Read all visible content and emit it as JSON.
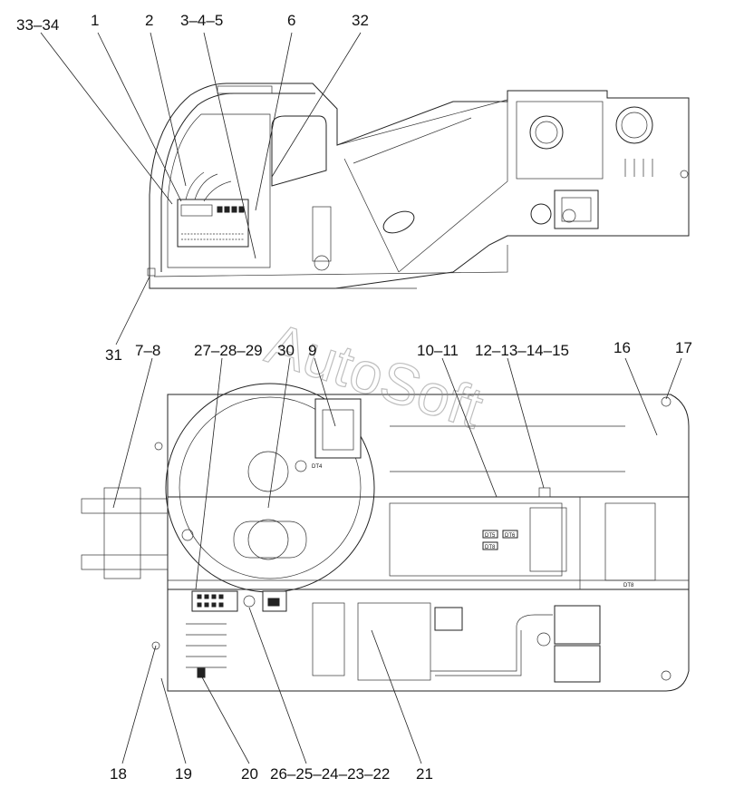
{
  "watermark": "AutoSoft",
  "callouts": {
    "c33_34": "33–34",
    "c1": "1",
    "c2": "2",
    "c3_4_5": "3–4–5",
    "c6": "6",
    "c32": "32",
    "c31": "31",
    "c7_8": "7–8",
    "c27_30": "27–28–29",
    "c30": "30",
    "c9": "9",
    "c10_11": "10–11",
    "c12_15": "12–13–14–15",
    "c16": "16",
    "c17": "17",
    "c18": "18",
    "c19": "19",
    "c20": "20",
    "c26_22": "26–25–24–23–22",
    "c21": "21"
  },
  "component_tags": {
    "dt5": "DT5",
    "dt6": "DT6",
    "dt8": "DT8",
    "dt4": "DT4",
    "dt8b": "DT8"
  }
}
